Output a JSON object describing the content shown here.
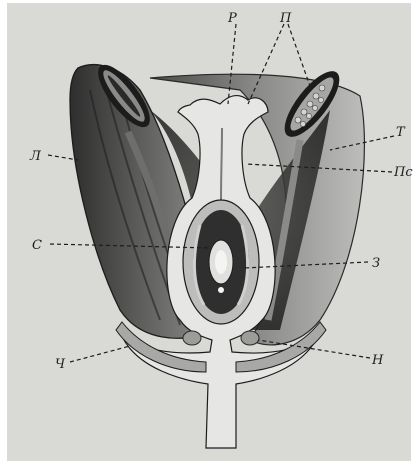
{
  "figure": {
    "labels": {
      "P": "Р",
      "Pi": "П",
      "T": "Т",
      "L": "Л",
      "Ps": "Пс",
      "S": "С",
      "Z": "З",
      "Ch": "Ч",
      "N": "Н"
    },
    "colors": {
      "background": "#d9d9d6",
      "petal_dark": "#3b3b3b",
      "petal_light": "#9a9a98",
      "pistil": "#e4e4e2",
      "outline": "#1c1c1c"
    }
  }
}
